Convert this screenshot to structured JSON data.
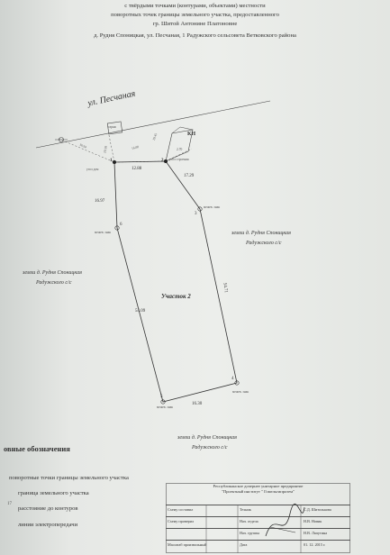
{
  "header": {
    "line1": "с твёрдыми точками (контурами, объектами) местности",
    "line2": "поворотных точек границы земельного участка, предоставленного",
    "line3": "гр. Шитой Антонине Платоновне",
    "line4": "д. Рудня Споницкая, ул. Песчаная, 1 Радужского сельсовета Ветковского района"
  },
  "map": {
    "street": "ул. Песчаная",
    "kn_label": "КН",
    "parcel_label": "Участок 2",
    "land_right": [
      "земли д. Рудня Споницкая",
      "Радужского с/с"
    ],
    "land_left": [
      "земли д. Рудня Споницкая",
      "Радужского с/с"
    ],
    "land_bottom": [
      "земли д. Рудня Споницкая",
      "Радужского с/с"
    ],
    "points": [
      {
        "id": "1",
        "note": "угол дом"
      },
      {
        "id": "2",
        "note": "угол строения"
      },
      {
        "id": "3",
        "note": "межев. знак"
      },
      {
        "id": "4",
        "note": "межев. знак"
      },
      {
        "id": "5",
        "note": "межев. знак"
      },
      {
        "id": "6",
        "note": "межев. знак"
      }
    ],
    "distances": {
      "d12": "12.88",
      "d23": "17.29",
      "d34": "54.71",
      "d45": "16.30",
      "d56": "54.09",
      "d61": "16.97",
      "small1": "10.58",
      "small2": "2.70",
      "small3": "16.88",
      "small4": "19.45",
      "small5": "36.94"
    },
    "rect_label": "гараж"
  },
  "legend": {
    "title": "овные обозначения",
    "items": [
      "поворотные точки границы земельного участка",
      "граница земельного участка",
      "расстояние до контуров",
      "линии электропередачи"
    ],
    "side_number": "17"
  },
  "stamp": {
    "org_line1": "Республиканское дочернее унитарное предприятие",
    "org_line2": "\"Проектный институт \" Гомельгипрозем\"",
    "rows": [
      {
        "role": "Схему составил",
        "title": "Техник",
        "name": "С.Д. Шитолькова"
      },
      {
        "role": "Схему проверил",
        "title": "Нач. отдела",
        "name": "Н.В. Новик"
      },
      {
        "role": "",
        "title": "Нач. группы",
        "name": "Н.В. Лапутина"
      },
      {
        "role": "Масштаб произвольный",
        "title": "Дата",
        "name": "01. 12. 2015 г."
      }
    ]
  }
}
